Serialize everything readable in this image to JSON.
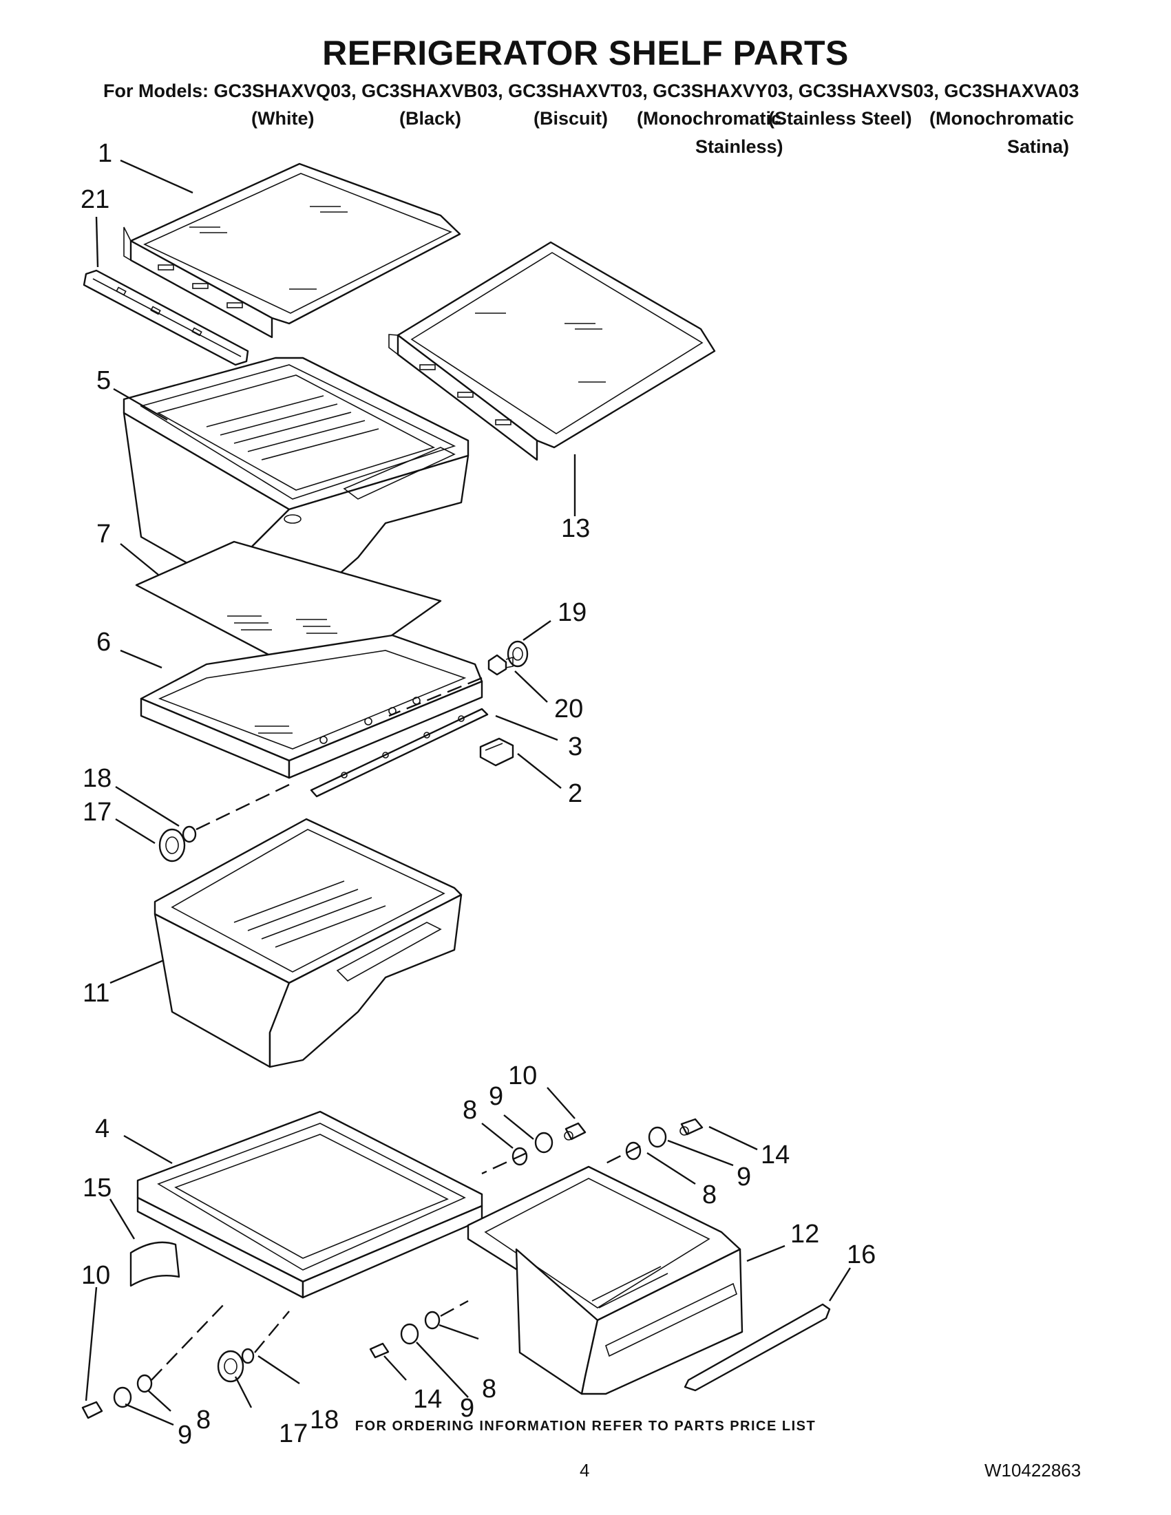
{
  "header": {
    "title": "REFRIGERATOR SHELF PARTS",
    "models_line": "For Models: GC3SHAXVQ03, GC3SHAXVB03, GC3SHAXVT03, GC3SHAXVY03, GC3SHAXVS03, GC3SHAXVA03",
    "variants": {
      "white": "(White)",
      "black": "(Black)",
      "biscuit": "(Biscuit)",
      "mono_stainless_1": "(Monochromatic",
      "mono_stainless_2": "Stainless)",
      "stainless": "(Stainless Steel)",
      "mono_satina_1": "(Monochromatic",
      "mono_satina_2": "Satina)"
    }
  },
  "callouts": {
    "c1": "1",
    "c21": "21",
    "c5": "5",
    "c13": "13",
    "c7": "7",
    "c19": "19",
    "c6": "6",
    "c20": "20",
    "c3": "3",
    "c2": "2",
    "c18a": "18",
    "c17a": "17",
    "c11": "11",
    "c10a": "10",
    "c9a": "9",
    "c8a": "8",
    "c4": "4",
    "c14a": "14",
    "c9b": "9",
    "c8b": "8",
    "c15": "15",
    "c12": "12",
    "c16": "16",
    "c10b": "10",
    "c8c": "8",
    "c9c": "9",
    "c17b": "17",
    "c18b": "18",
    "c14b": "14",
    "c9d": "9",
    "c8d": "8"
  },
  "footer": {
    "ordering_note": "FOR ORDERING INFORMATION REFER TO PARTS PRICE LIST",
    "page_number": "4",
    "document_number": "W10422863"
  }
}
